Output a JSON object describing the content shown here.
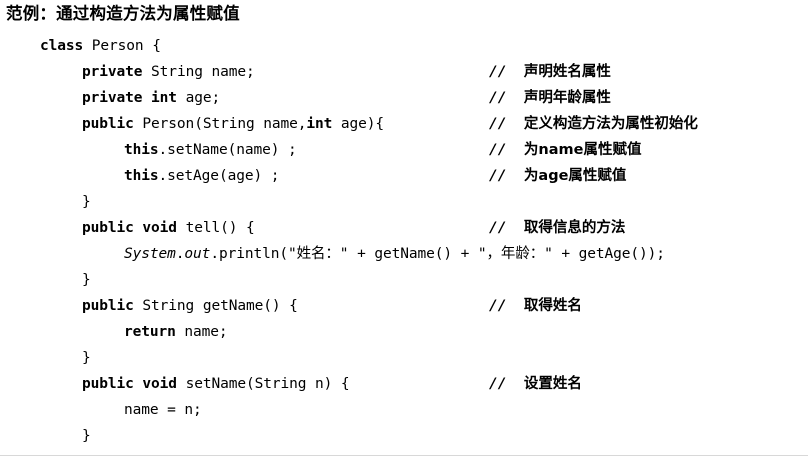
{
  "title": {
    "strong": "范例：",
    "rest": "通过构造方法为属性赋值"
  },
  "code": {
    "language": "java",
    "lines": [
      {
        "indent": 0,
        "segments": [
          {
            "text": "class",
            "style": "keyword"
          },
          {
            "text": " Person {",
            "style": "plain"
          }
        ],
        "comment": ""
      },
      {
        "indent": 1,
        "segments": [
          {
            "text": "private",
            "style": "keyword"
          },
          {
            "text": " String name;",
            "style": "plain"
          }
        ],
        "comment": "声明姓名属性"
      },
      {
        "indent": 1,
        "segments": [
          {
            "text": "private int",
            "style": "keyword"
          },
          {
            "text": " age;",
            "style": "plain"
          }
        ],
        "comment": "声明年龄属性"
      },
      {
        "indent": 1,
        "segments": [
          {
            "text": "public",
            "style": "keyword"
          },
          {
            "text": " Person(String name,",
            "style": "plain"
          },
          {
            "text": "int",
            "style": "keyword"
          },
          {
            "text": " age){",
            "style": "plain"
          }
        ],
        "comment": "定义构造方法为属性初始化"
      },
      {
        "indent": 2,
        "segments": [
          {
            "text": "this",
            "style": "keyword"
          },
          {
            "text": ".setName(name) ;",
            "style": "plain"
          }
        ],
        "comment": "为name属性赋值"
      },
      {
        "indent": 2,
        "segments": [
          {
            "text": "this",
            "style": "keyword"
          },
          {
            "text": ".setAge(age) ;",
            "style": "plain"
          }
        ],
        "comment": "为age属性赋值"
      },
      {
        "indent": 1,
        "segments": [
          {
            "text": "}",
            "style": "plain"
          }
        ],
        "comment": ""
      },
      {
        "indent": 1,
        "segments": [
          {
            "text": "public void",
            "style": "keyword"
          },
          {
            "text": " tell() {",
            "style": "plain"
          }
        ],
        "comment": "取得信息的方法"
      },
      {
        "indent": 2,
        "segments": [
          {
            "text": "System",
            "style": "italic"
          },
          {
            "text": ".",
            "style": "plain"
          },
          {
            "text": "out",
            "style": "italic"
          },
          {
            "text": ".println(\"姓名：\" + getName() + \"，年龄：\" + getAge());",
            "style": "plain"
          }
        ],
        "comment": ""
      },
      {
        "indent": 1,
        "segments": [
          {
            "text": "}",
            "style": "plain"
          }
        ],
        "comment": ""
      },
      {
        "indent": 1,
        "segments": [
          {
            "text": "public",
            "style": "keyword"
          },
          {
            "text": " String getName() {",
            "style": "plain"
          }
        ],
        "comment": "取得姓名"
      },
      {
        "indent": 2,
        "segments": [
          {
            "text": "return",
            "style": "keyword"
          },
          {
            "text": " name;",
            "style": "plain"
          }
        ],
        "comment": ""
      },
      {
        "indent": 1,
        "segments": [
          {
            "text": "}",
            "style": "plain"
          }
        ],
        "comment": ""
      },
      {
        "indent": 1,
        "segments": [
          {
            "text": "public void",
            "style": "keyword"
          },
          {
            "text": " setName(String n) {",
            "style": "plain"
          }
        ],
        "comment": "设置姓名"
      },
      {
        "indent": 2,
        "segments": [
          {
            "text": "name = n;",
            "style": "plain"
          }
        ],
        "comment": ""
      },
      {
        "indent": 1,
        "segments": [
          {
            "text": "}",
            "style": "plain"
          }
        ],
        "comment": ""
      }
    ],
    "comment_prefix": "//  "
  },
  "colors": {
    "page_background": "#ffffff",
    "text": "#000000",
    "rule": "#d8d8d8"
  }
}
